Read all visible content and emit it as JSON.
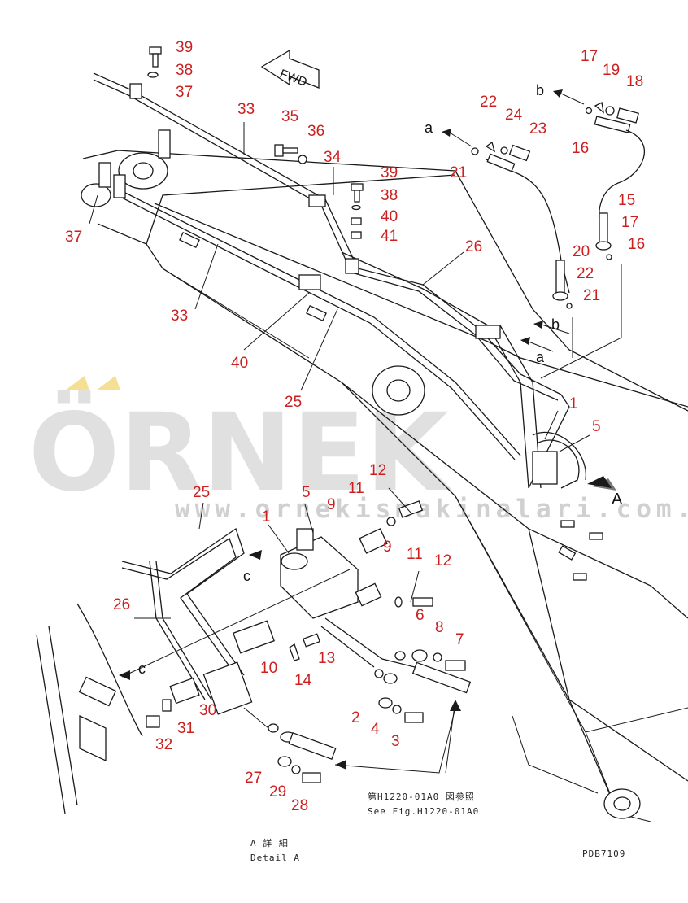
{
  "labels": [
    "39",
    "38",
    "37",
    "33",
    "35",
    "36",
    "34",
    "39",
    "38",
    "40",
    "41",
    "37",
    "33",
    "40",
    "25",
    "26",
    "22",
    "24",
    "23",
    "21",
    "17",
    "19",
    "18",
    "16",
    "15",
    "17",
    "16",
    "20",
    "22",
    "21",
    "1",
    "5",
    "12",
    "11",
    "9",
    "5",
    "9",
    "11",
    "12",
    "25",
    "1",
    "26",
    "10",
    "13",
    "14",
    "6",
    "8",
    "7",
    "2",
    "4",
    "3",
    "30",
    "31",
    "32",
    "27",
    "29",
    "28"
  ],
  "arrow_letters": [
    "a",
    "b",
    "b",
    "a",
    "c",
    "c"
  ],
  "detail_marker": "A",
  "fwd_label": "FWD",
  "watermark_logo": "ÖRNEK",
  "watermark_url": "www.ornekismakinalari.com.tr",
  "note_jp": "第H1220-01A0 図参照",
  "note_en": "See Fig.H1220-01A0",
  "detail_jp": "A 詳 細",
  "detail_en": "Detail A",
  "figure_code": "PDB7109"
}
